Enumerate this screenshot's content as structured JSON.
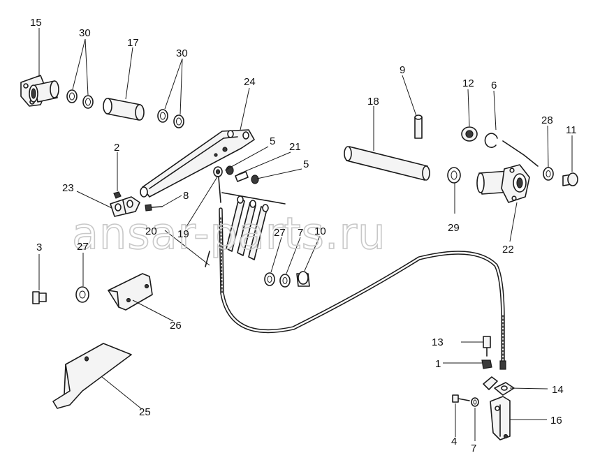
{
  "watermark": "ansar-parts.ru",
  "callouts": {
    "c15": "15",
    "c30a": "30",
    "c17": "17",
    "c30b": "30",
    "c24": "24",
    "c9": "9",
    "c12": "12",
    "c6": "6",
    "c18": "18",
    "c28": "28",
    "c11": "11",
    "c2": "2",
    "c5a": "5",
    "c21": "21",
    "c5b": "5",
    "c23": "23",
    "c8": "8",
    "c20": "20",
    "c19": "19",
    "c27a": "27",
    "c7a": "7",
    "c10": "10",
    "c29": "29",
    "c22": "22",
    "c3": "3",
    "c27b": "27",
    "c26": "26",
    "c13": "13",
    "c1": "1",
    "c14": "14",
    "c25": "25",
    "c16": "16",
    "c4": "4",
    "c7b": "7"
  }
}
